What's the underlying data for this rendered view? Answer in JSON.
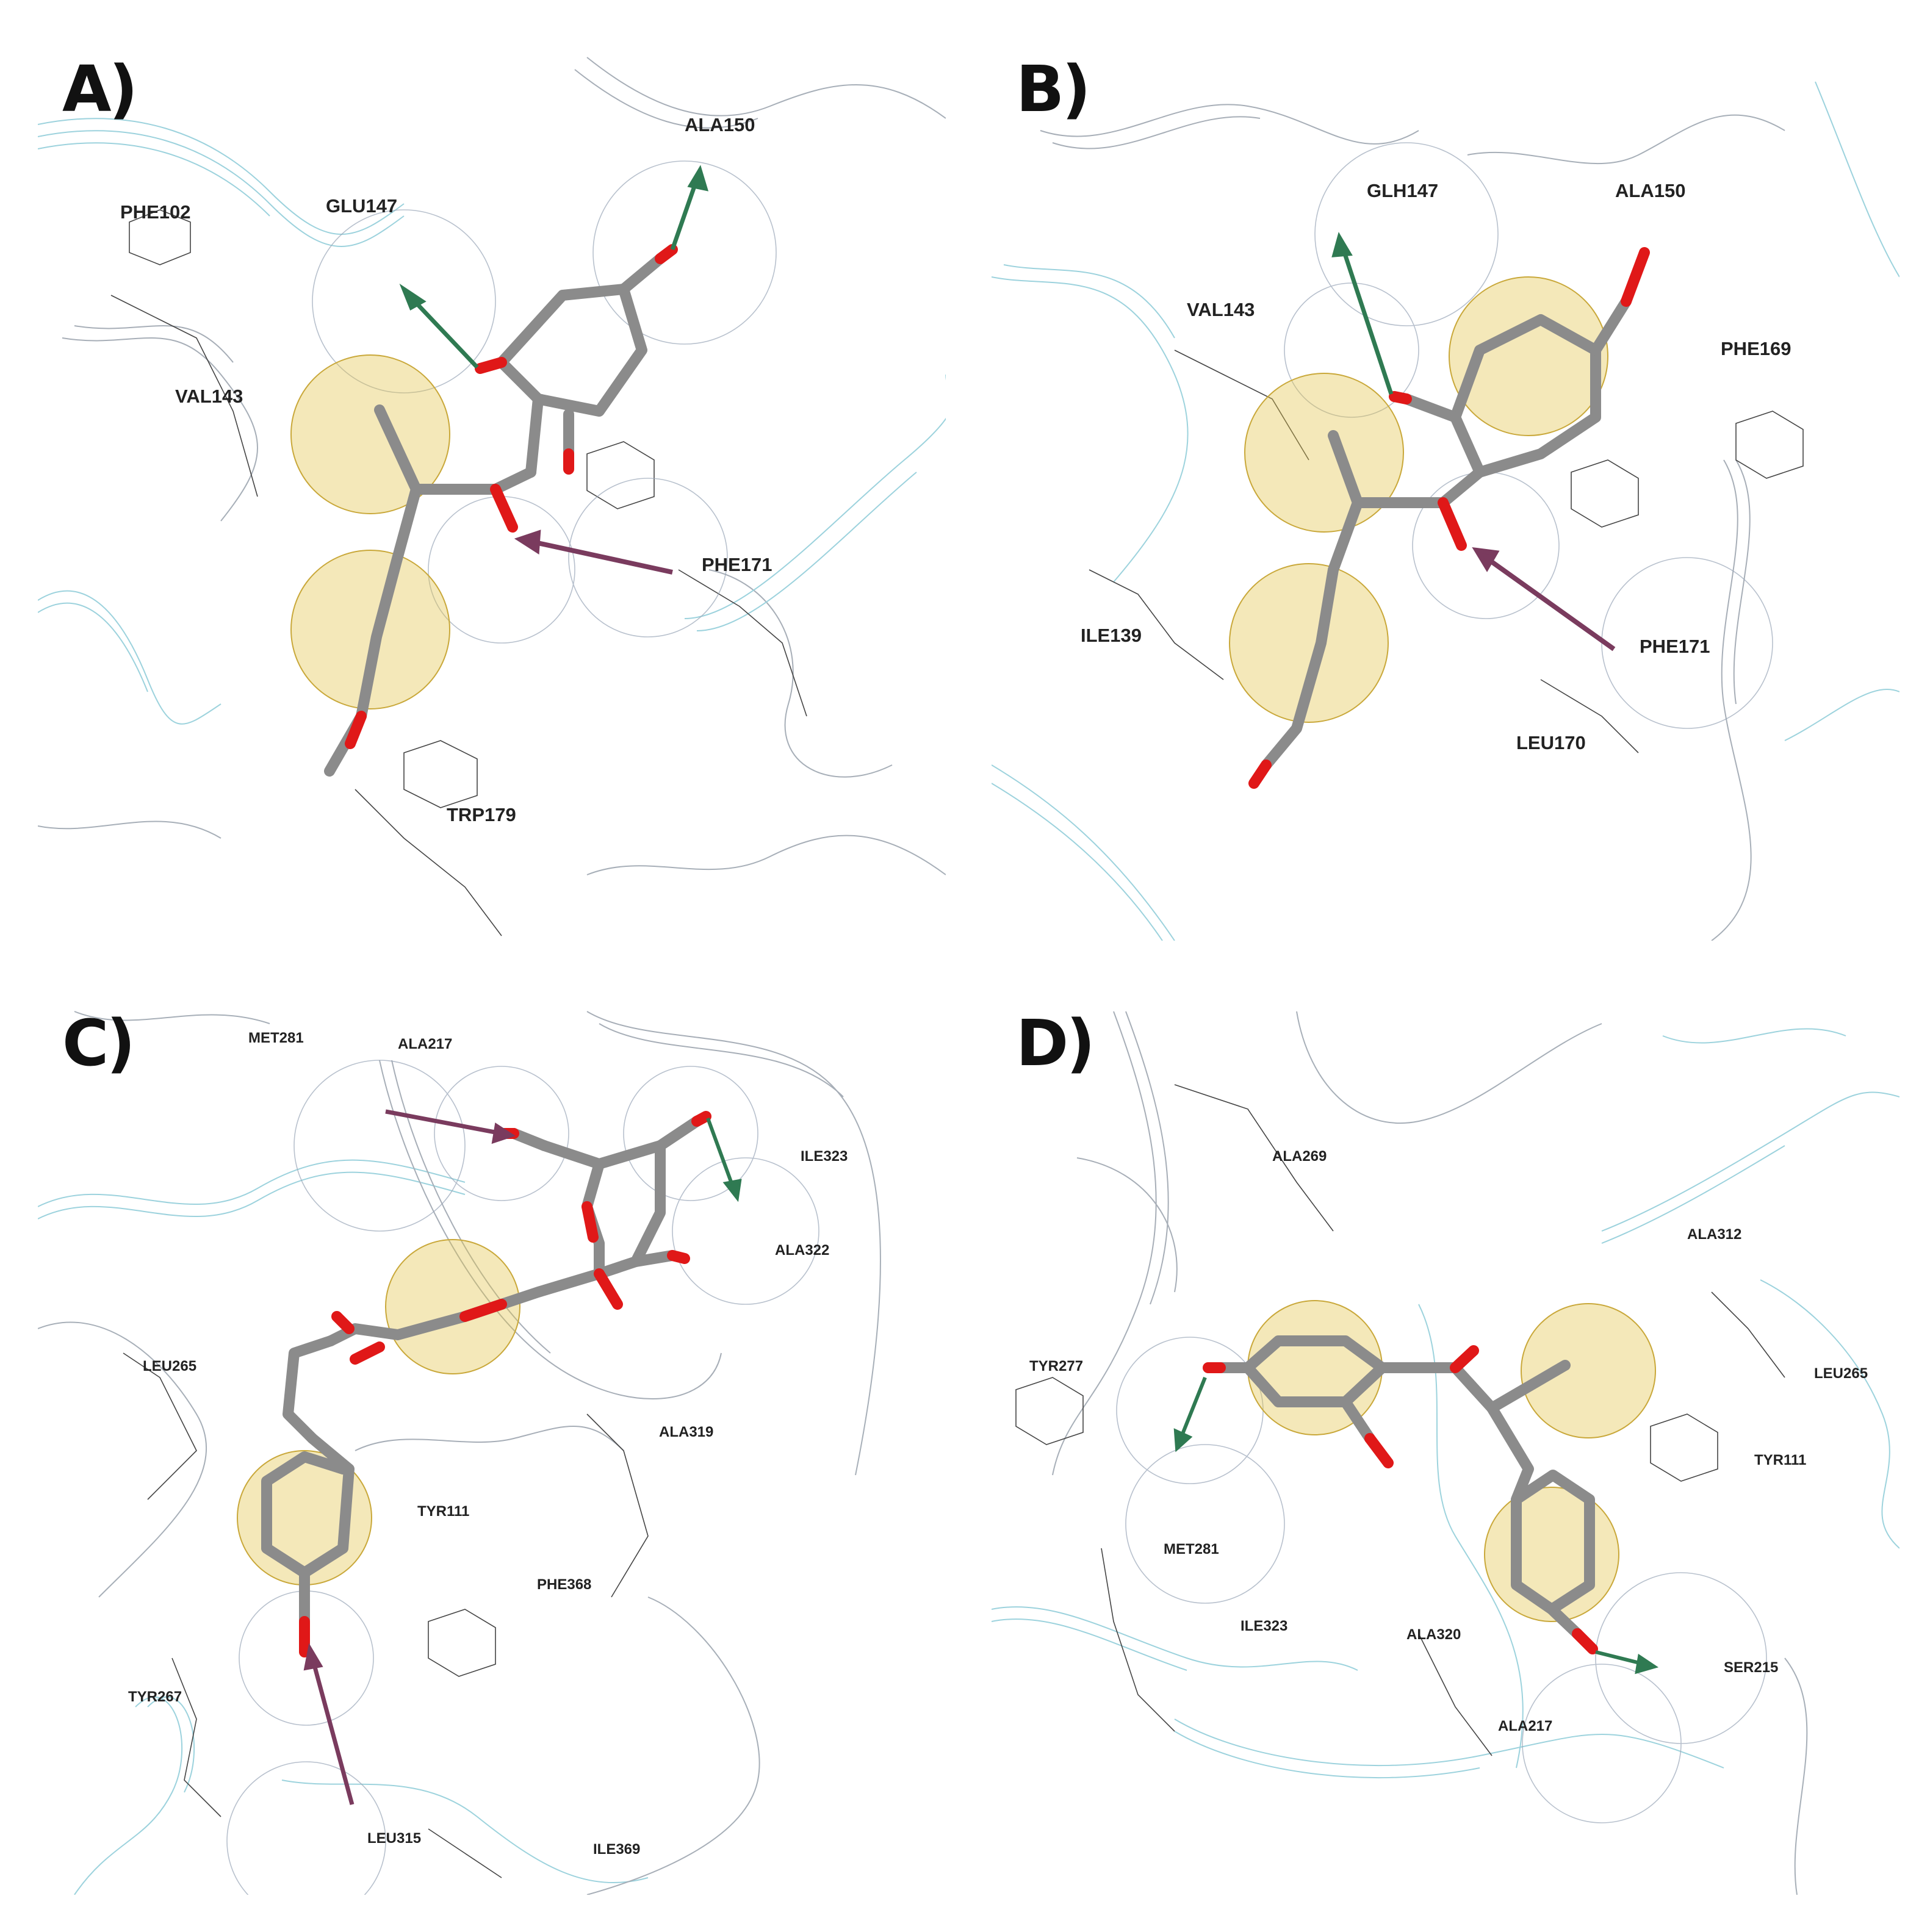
{
  "colors": {
    "mesh_cyan": "#7cc4d2",
    "mesh_gray": "#8a94a0",
    "ligand_gray": "#8b8b8b",
    "oxygen_red": "#e01818",
    "hydrophobic_yellow": "#e2c248",
    "hbond_donor_green": "#2f7a52",
    "hbond_acceptor_purple": "#7a3b5e"
  },
  "panels": [
    {
      "letter": "A)",
      "labels": [
        "ALA150",
        "PHE102",
        "GLU147",
        "VAL143",
        "PHE171",
        "TRP179"
      ]
    },
    {
      "letter": "B)",
      "labels": [
        "GLH147",
        "ALA150",
        "VAL143",
        "PHE169",
        "ILE139",
        "PHE171",
        "LEU170"
      ]
    },
    {
      "letter": "C)",
      "labels": [
        "MET281",
        "ALA217",
        "ILE323",
        "ALA322",
        "LEU265",
        "ALA319",
        "TYR111",
        "PHE368",
        "TYR267",
        "LEU315",
        "ILE369"
      ]
    },
    {
      "letter": "D)",
      "labels": [
        "ALA269",
        "ALA312",
        "TYR277",
        "LEU265",
        "TYR111",
        "MET281",
        "ILE323",
        "ALA320",
        "SER215",
        "ALA217"
      ]
    }
  ]
}
